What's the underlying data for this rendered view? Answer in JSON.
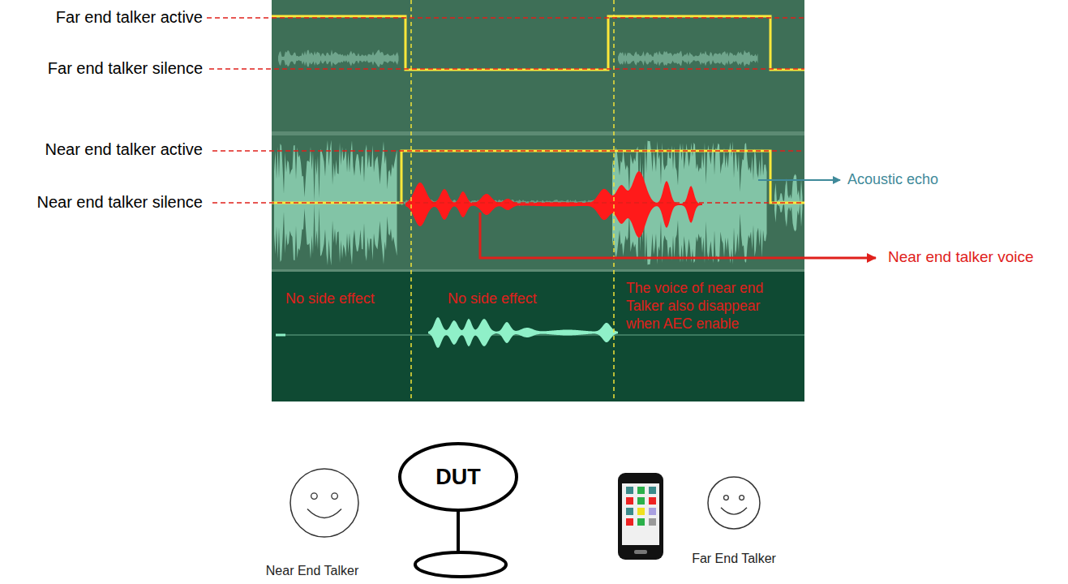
{
  "diagram": {
    "nodes": [
      {
        "text": [
          "Near End Talker"
        ]
      },
      {
        "text": [
          "DUT"
        ]
      },
      {
        "text": [
          "Far End Talker"
        ]
      }
    ],
    "labels": [
      "Far end talker active",
      "Far end talker silence",
      "Near end talker active",
      "Near end talker silence",
      "Acoustic echo",
      "Near end talker voice",
      "No side effect",
      "No side effect",
      "The voice of near end Talker also disappear when AEC enable"
    ]
  }
}
